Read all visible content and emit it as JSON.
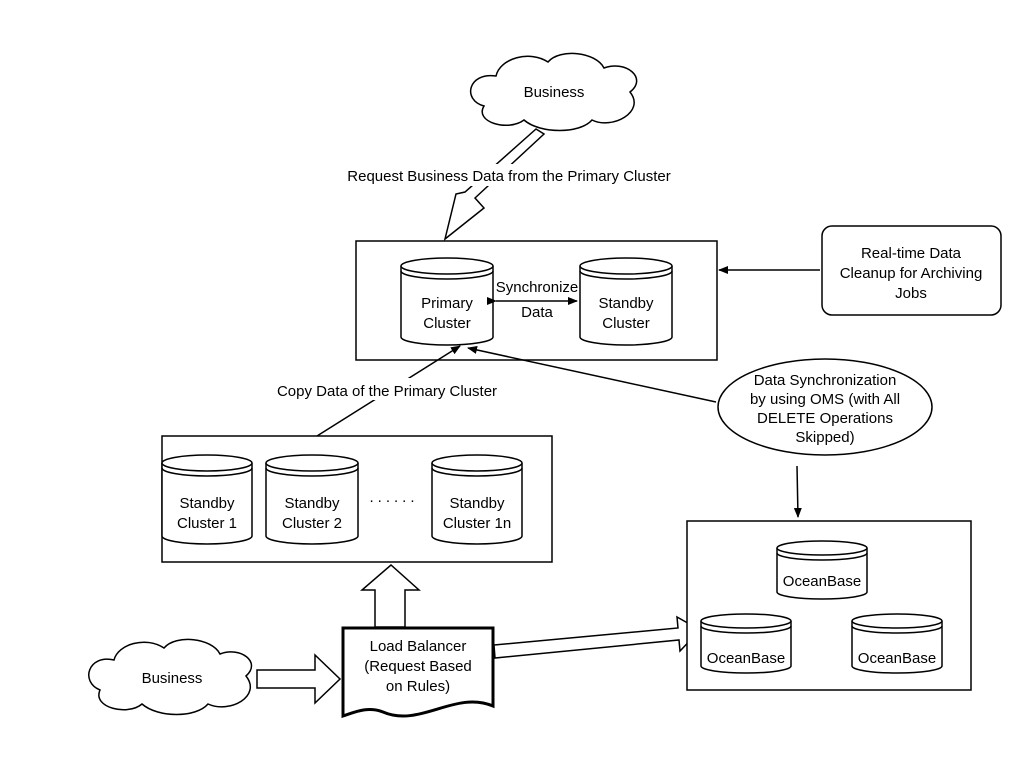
{
  "clouds": {
    "top": "Business",
    "bottom": "Business"
  },
  "edge_labels": {
    "request_business_data": "Request Business Data from the Primary Cluster",
    "copy_data": "Copy Data of the Primary Cluster",
    "synchronize": "Synchronize",
    "data": "Data"
  },
  "primary_group": {
    "primary_cluster": [
      "Primary",
      "Cluster"
    ],
    "standby_cluster": [
      "Standby",
      "Cluster"
    ]
  },
  "cleanup_box": [
    "Real-time Data",
    "Cleanup for Archiving",
    "Jobs"
  ],
  "oms_ellipse": [
    "Data Synchronization",
    "by using OMS (with All",
    "DELETE Operations",
    "Skipped)"
  ],
  "standby_group": {
    "clusters": [
      [
        "Standby",
        "Cluster 1"
      ],
      [
        "Standby",
        "Cluster 2"
      ],
      [
        "Standby",
        "Cluster 1n"
      ]
    ],
    "ellipsis": "......"
  },
  "load_balancer": [
    "Load Balancer",
    "(Request Based",
    "on Rules)"
  ],
  "oceanbase_group": {
    "nodes": [
      "OceanBase",
      "OceanBase",
      "OceanBase"
    ]
  }
}
